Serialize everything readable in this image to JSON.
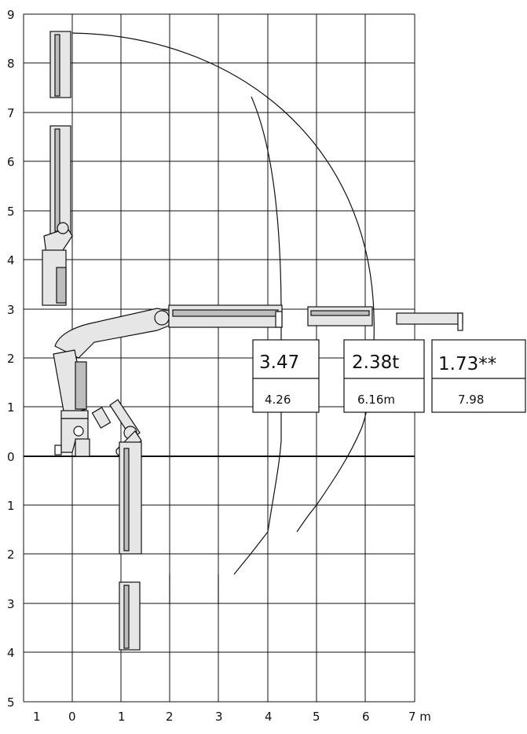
{
  "axes": {
    "y_labels_upper": [
      "9",
      "8",
      "7",
      "6",
      "5",
      "4",
      "3",
      "2",
      "1",
      "0"
    ],
    "y_labels_lower": [
      "1",
      "2",
      "3",
      "4",
      "5"
    ],
    "x_labels": [
      "1",
      "0",
      "1",
      "2",
      "3",
      "4",
      "5",
      "6",
      "7 m"
    ]
  },
  "load_cards": [
    {
      "load": "3.47",
      "reach": "4.26"
    },
    {
      "load": "2.38t",
      "reach": "6.16m"
    },
    {
      "load": "1.73**",
      "reach": "7.98"
    }
  ],
  "colors": {
    "line": "#111111",
    "boom_fill": "#e6e6e6",
    "grid": "#111111"
  }
}
